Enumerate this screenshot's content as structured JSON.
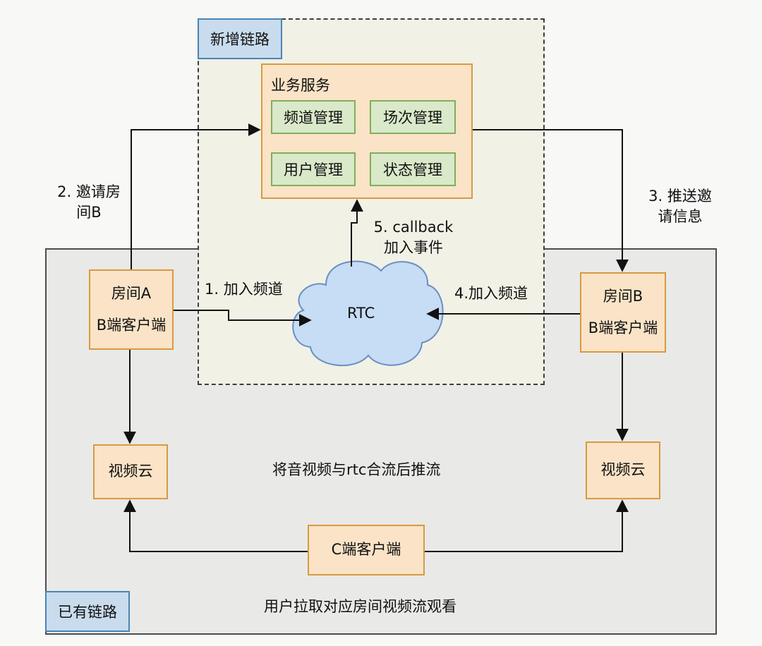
{
  "regions": {
    "new_link": "新增链路",
    "existing_link": "已有链路"
  },
  "business_service": {
    "title": "业务服务",
    "modules": [
      "频道管理",
      "场次管理",
      "用户管理",
      "状态管理"
    ]
  },
  "room_a": {
    "line1": "房间A",
    "line2": "B端客户端"
  },
  "room_b": {
    "line1": "房间B",
    "line2": "B端客户端"
  },
  "rtc": "RTC",
  "video_cloud_left": "视频云",
  "video_cloud_right": "视频云",
  "c_client": "C端客户端",
  "steps": {
    "step1": "1.  加入频道",
    "step2_line1": "2. 邀请房",
    "step2_line2": "间B",
    "step3_line1": "3. 推送邀",
    "step3_line2": "请信息",
    "step4": "4.加入频道",
    "step5_line1": "5. callback",
    "step5_line2": "加入事件"
  },
  "notes": {
    "merge_push": "将音视频与rtc合流后推流",
    "pull_watch": "用户拉取对应房间视频流观看"
  },
  "colors": {
    "orange_fill": "#fae3c6",
    "orange_stroke": "#d99a3f",
    "green_fill": "#d9e9c9",
    "green_stroke": "#7eaf5d",
    "blue_fill": "#c8dced",
    "blue_stroke": "#4a84b3",
    "cloud_fill": "#c7dcf5",
    "cloud_stroke": "#6a8fc0"
  }
}
